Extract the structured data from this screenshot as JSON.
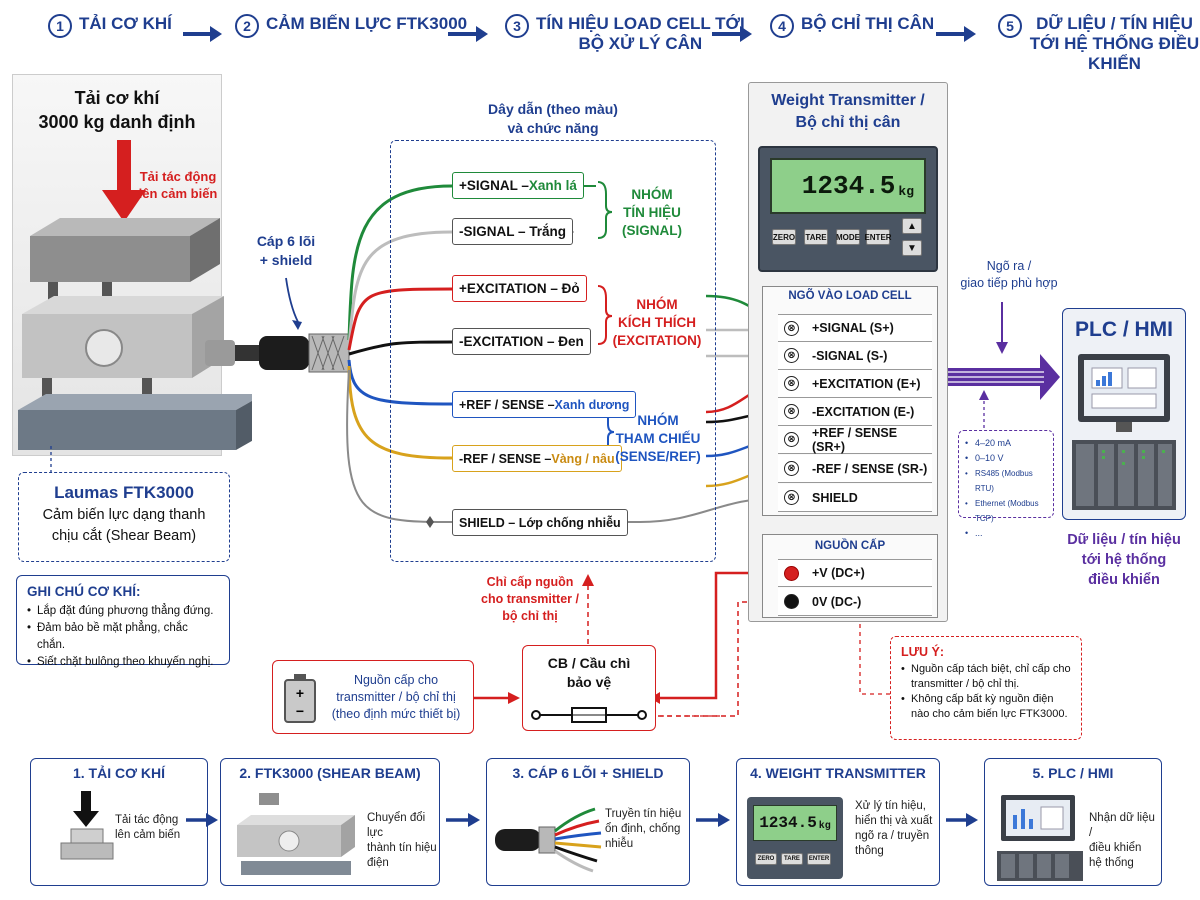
{
  "steps": [
    {
      "num": "1",
      "label": "TẢI CƠ KHÍ"
    },
    {
      "num": "2",
      "label": "CẢM BIẾN LỰC FTK3000"
    },
    {
      "num": "3",
      "label_l1": "TÍN HIỆU LOAD CELL TỚI",
      "label_l2": "BỘ XỬ LÝ CÂN"
    },
    {
      "num": "4",
      "label": "BỘ CHỈ THỊ CÂN"
    },
    {
      "num": "5",
      "label_l1": "DỮ LIỆU / TÍN HIỆU",
      "label_l2": "TỚI HỆ THỐNG ĐIỀU KHIỂN"
    }
  ],
  "load": {
    "title_l1": "Tải cơ khí",
    "title_l2": "3000 kg danh định",
    "force_l1": "Tải tác động",
    "force_l2": "lên cảm biến"
  },
  "cable": {
    "l1": "Cáp 6 lõi",
    "l2": "+ shield"
  },
  "sensor": {
    "name": "Laumas FTK3000",
    "desc_l1": "Cảm biến lực dạng thanh",
    "desc_l2": "chịu cắt (Shear Beam)"
  },
  "mech_notes": {
    "title": "GHI CHÚ CƠ KHÍ:",
    "items": [
      "Lắp đặt đúng phương thẳng đứng.",
      "Đảm bảo bề mặt phẳng, chắc chắn.",
      "Siết chặt bulông theo khuyến nghị."
    ]
  },
  "wires_title": {
    "l1": "Dây dẫn (theo màu)",
    "l2": "và chức năng"
  },
  "wires": {
    "sig_pos": {
      "name": "+SIGNAL – ",
      "color": "Xanh lá"
    },
    "sig_neg": "-SIGNAL – Trắng",
    "exc_pos": "+EXCITATION – Đỏ",
    "exc_neg": "-EXCITATION – Đen",
    "ref_pos": {
      "name": "+REF / SENSE – ",
      "color": "Xanh dương"
    },
    "ref_neg": {
      "name": "-REF / SENSE – ",
      "color": "Vàng / nâu"
    },
    "shield": "SHIELD – Lớp chống nhiễu"
  },
  "groups": {
    "signal": [
      "NHÓM",
      "TÍN HIỆU",
      "(SIGNAL)"
    ],
    "excitation": [
      "NHÓM",
      "KÍCH THÍCH",
      "(EXCITATION)"
    ],
    "reference": [
      "NHÓM",
      "THAM CHIẾU",
      "(SENSE/REF)"
    ]
  },
  "transmitter": {
    "title_l1": "Weight Transmitter /",
    "title_l2": "Bộ chỉ thị cân",
    "display_value": "1234.5",
    "display_unit": "kg",
    "buttons": [
      "ZERO",
      "TARE",
      "MODE",
      "ENTER"
    ],
    "input_title": "NGÕ VÀO LOAD CELL",
    "terminals": [
      "+SIGNAL (S+)",
      "-SIGNAL (S-)",
      "+EXCITATION (E+)",
      "-EXCITATION (E-)",
      "+REF / SENSE (SR+)",
      "-REF / SENSE (SR-)",
      "SHIELD"
    ],
    "power_title": "NGUỒN CẤP",
    "power_terminals": [
      "+V (DC+)",
      "0V (DC-)"
    ]
  },
  "output": {
    "title_l1": "Ngõ ra /",
    "title_l2": "giao tiếp phù hợp",
    "items": [
      "4–20 mA",
      "0–10 V",
      "RS485 (Modbus RTU)",
      "Ethernet (Modbus TCP)",
      "..."
    ]
  },
  "plc": {
    "title": "PLC / HMI",
    "desc_l1": "Dữ liệu / tín hiệu",
    "desc_l2": "tới hệ thống",
    "desc_l3": "điều khiển"
  },
  "supply_note": {
    "l1": "Chỉ cấp nguồn",
    "l2": "cho transmitter /",
    "l3": "bộ chỉ thị"
  },
  "cb": {
    "l1": "CB / Cầu chì",
    "l2": "bảo vệ"
  },
  "psu": {
    "l1": "Nguồn cấp cho",
    "l2": "transmitter / bộ chỉ thị",
    "l3": "(theo định mức thiết bị)"
  },
  "warning": {
    "title": "LƯU Ý:",
    "items": [
      "Nguồn cấp tách biệt, chỉ cấp cho transmitter / bộ chỉ thị.",
      "Không cấp bất kỳ nguồn điện nào cho cảm biến lực FTK3000."
    ]
  },
  "bottom": [
    {
      "title": "1. TẢI CƠ KHÍ",
      "d1": "Tải tác động",
      "d2": "lên cảm biến",
      "d3": ""
    },
    {
      "title": "2. FTK3000 (SHEAR BEAM)",
      "d1": "Chuyển đổi lực",
      "d2": "thành tín hiệu",
      "d3": "điện"
    },
    {
      "title": "3. CÁP 6 LÕI + SHIELD",
      "d1": "Truyền tín hiệu",
      "d2": "ổn định, chống",
      "d3": "nhiễu"
    },
    {
      "title": "4. WEIGHT TRANSMITTER",
      "d1": "Xử lý tín hiệu,",
      "d2": "hiển thị và xuất",
      "d3": "ngõ ra / truyền",
      "d4": "thông",
      "value": "1234.5",
      "unit": "kg",
      "btns": [
        "ZERO",
        "TARE",
        "ENTER"
      ]
    },
    {
      "title": "5. PLC / HMI",
      "d1": "Nhận dữ liệu /",
      "d2": "điều khiển",
      "d3": "hệ thống"
    }
  ],
  "colors": {
    "navy": "#1f3e8f",
    "red": "#d51f1f",
    "green": "#1f8a3a",
    "blue": "#1f55c0",
    "purple": "#5a2fa0",
    "lcd": "#8ecf8a"
  }
}
